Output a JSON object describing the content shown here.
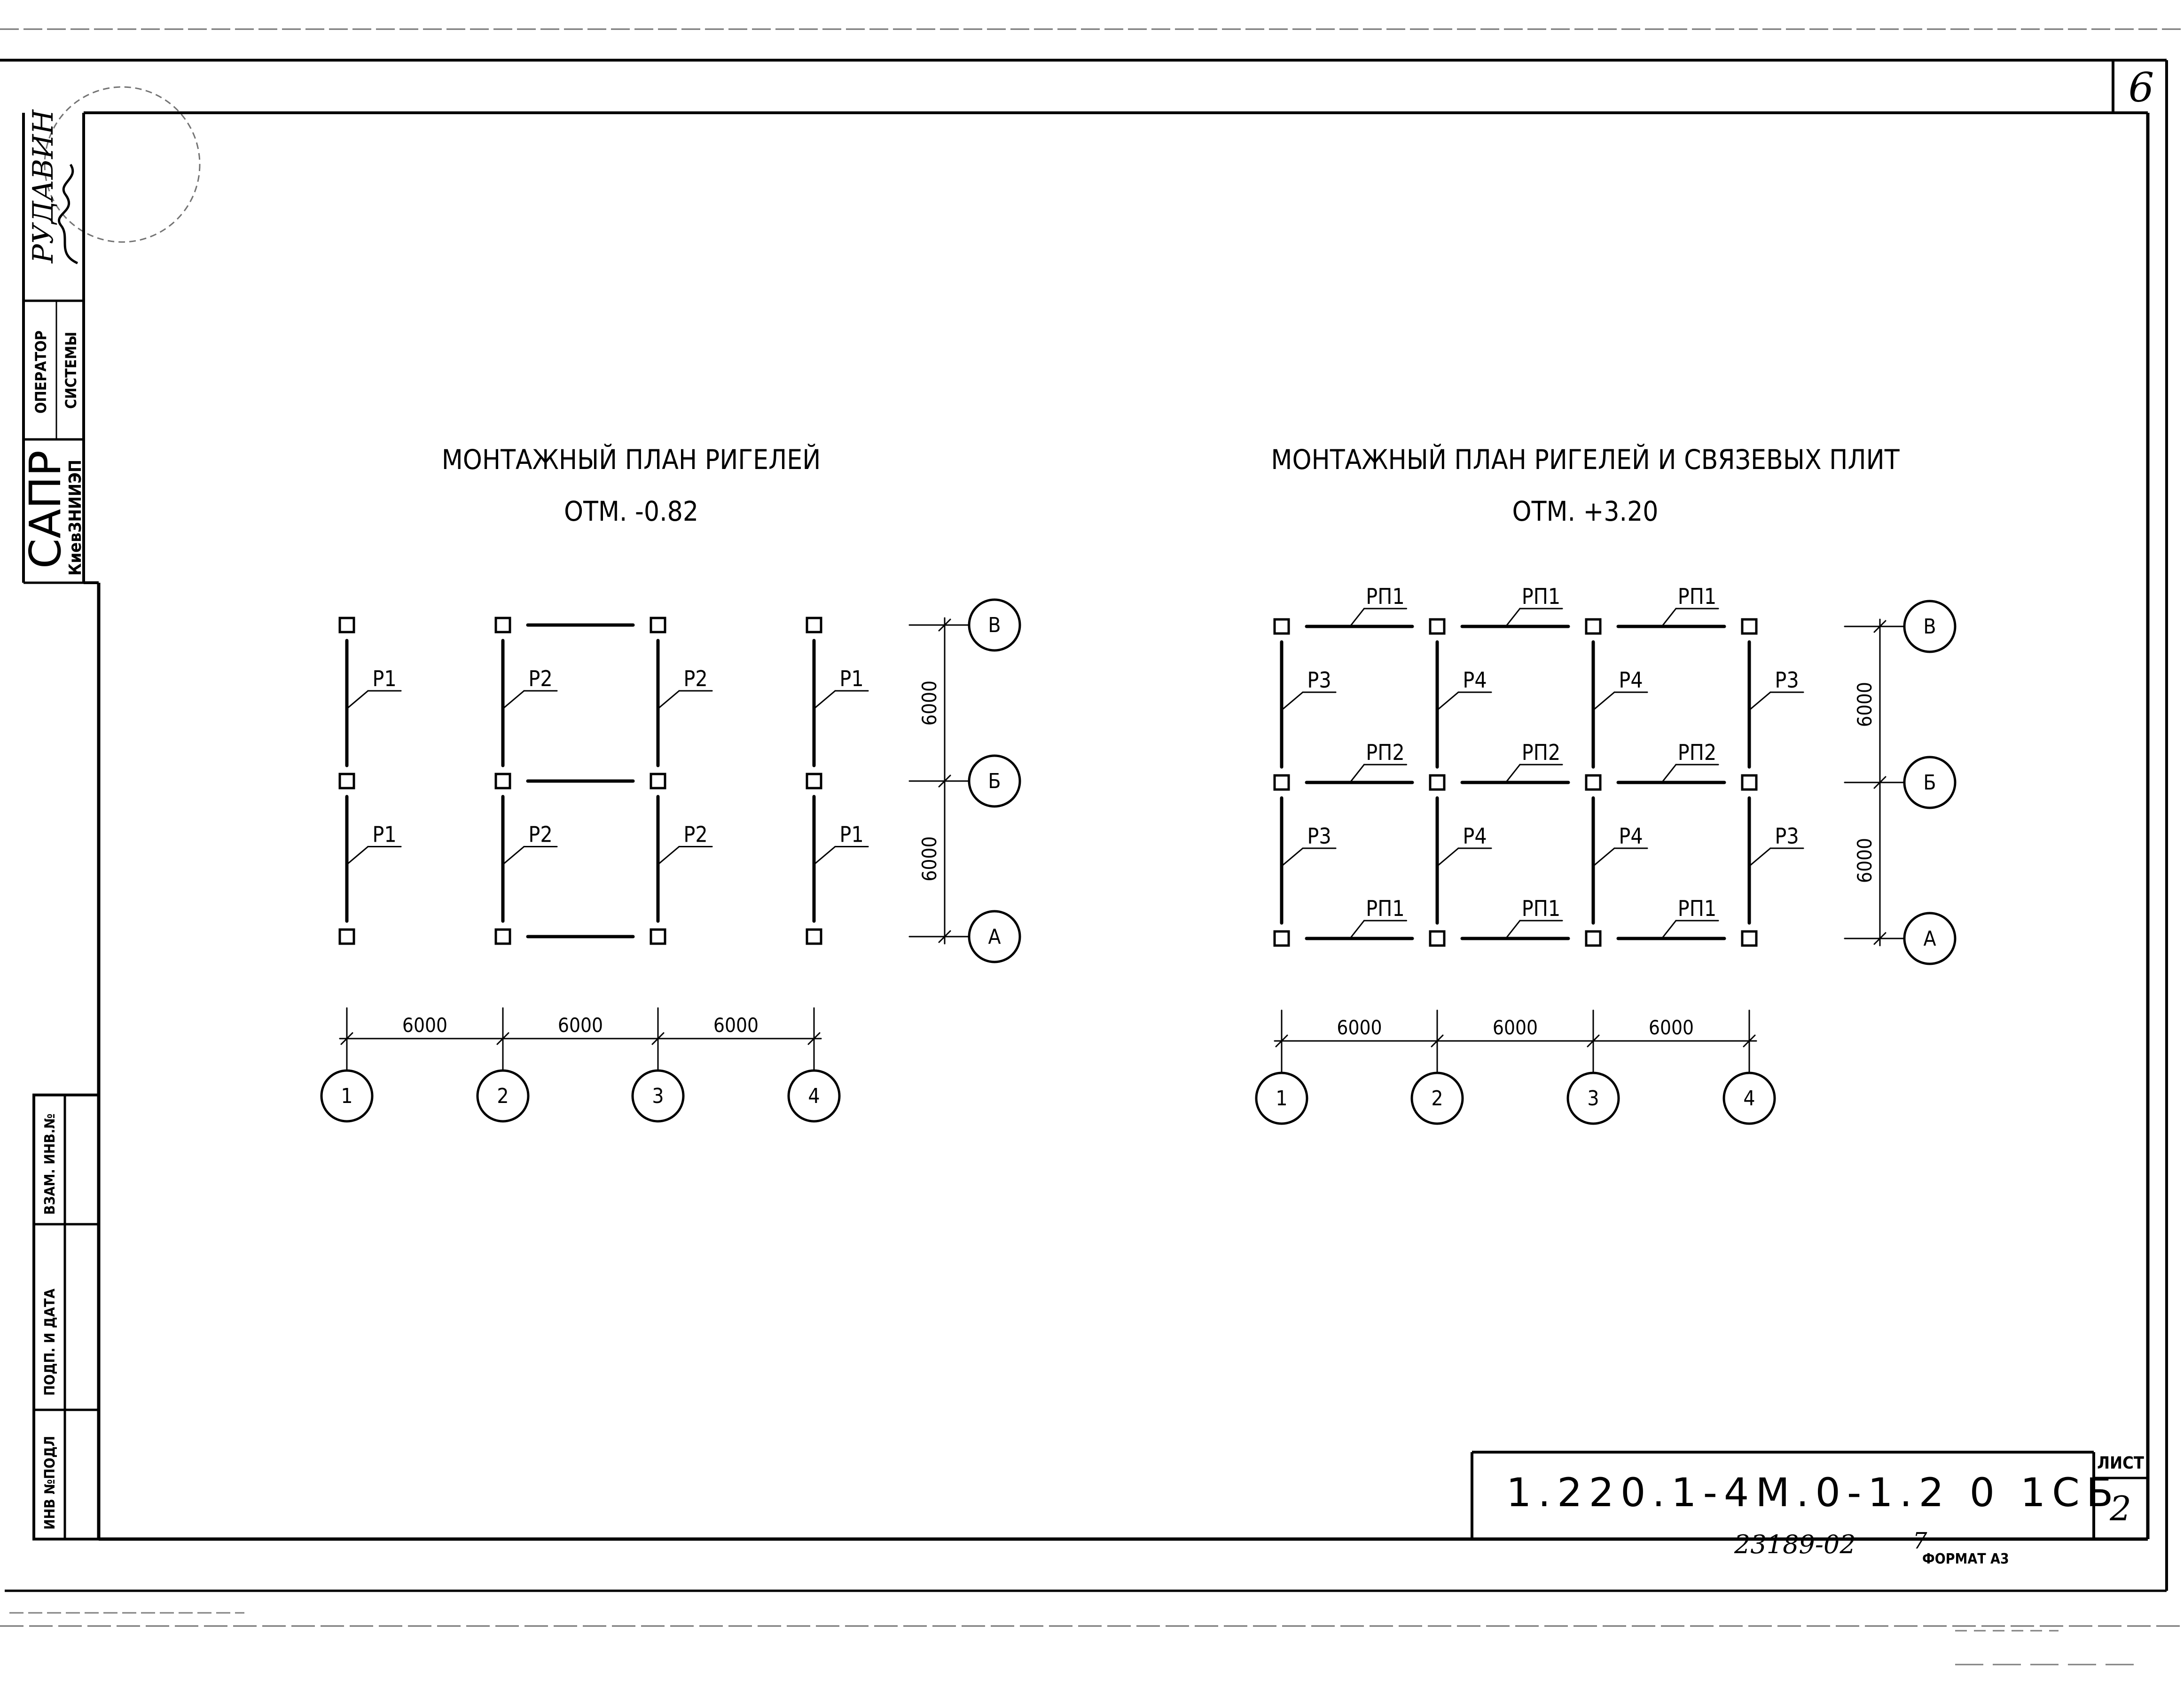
{
  "sheet_corner_number": "6",
  "side_stamp": {
    "surname": "РУДАВИН",
    "operator_line1": "ОПЕРАТОР",
    "operator_line2": "СИСТЕМЫ",
    "sapr": "САПР",
    "org": "КиевЗНИИЭП"
  },
  "left_column": {
    "vzam_inv": "ВЗАМ. ИНВ.№",
    "podp_data": "ПОДП. И ДАТА",
    "inv_podl": "ИНВ №ПОДЛ"
  },
  "plan_left": {
    "title": "МОНТАЖНЫЙ ПЛАН РИГЕЛЕЙ",
    "elevation": "ОТМ. -0.82",
    "dim_h": "6000",
    "dim_v": "6000",
    "axes_x": [
      "1",
      "2",
      "3",
      "4"
    ],
    "axes_y": [
      "В",
      "Б",
      "А"
    ],
    "labels": {
      "p1": "Р1",
      "p2": "Р2"
    }
  },
  "plan_right": {
    "title": "МОНТАЖНЫЙ ПЛАН РИГЕЛЕЙ И СВЯЗЕВЫХ ПЛИТ",
    "elevation": "ОТМ. +3.20",
    "dim_h": "6000",
    "dim_v": "6000",
    "axes_x": [
      "1",
      "2",
      "3",
      "4"
    ],
    "axes_y": [
      "В",
      "Б",
      "А"
    ],
    "labels": {
      "rp1": "РП1",
      "rp2": "РП2",
      "p3": "Р3",
      "p4": "Р4"
    }
  },
  "title_block": {
    "code": "1.220.1-4М.0-1.2 0 1СБ",
    "list_label": "ЛИСТ",
    "list_number": "2"
  },
  "footer": {
    "handwritten": "23189-02",
    "page_mark": "7",
    "format": "ФОРМАТ А3"
  }
}
